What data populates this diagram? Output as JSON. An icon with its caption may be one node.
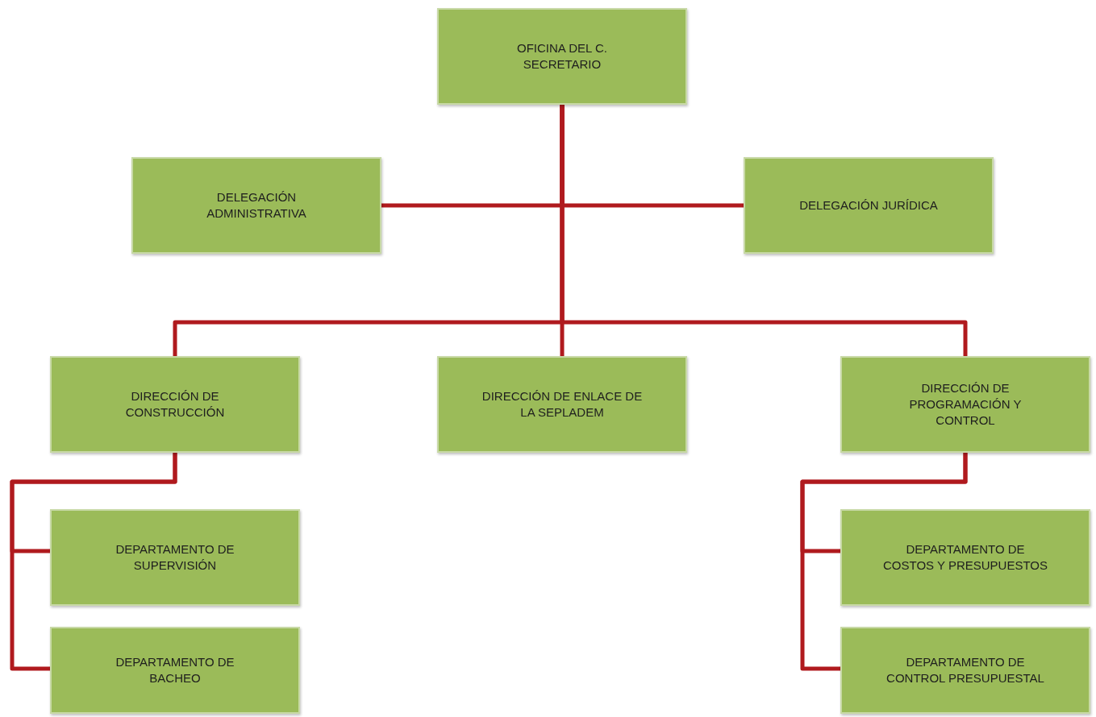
{
  "diagram": {
    "nodes": [
      {
        "text": [
          "OFICINA DEL C. SECRETARIO"
        ]
      },
      {
        "text": [
          "DELEGACIÓN ADMINISTRATIVA"
        ]
      },
      {
        "text": [
          "DELEGACIÓN JURÍDICA"
        ]
      },
      {
        "text": [
          "DIRECCIÓN DE CONSTRUCCIÓN"
        ]
      },
      {
        "text": [
          "DIRECCIÓN DE ENLACE DE LA SEPLADEM"
        ]
      },
      {
        "text": [
          "DIRECCIÓN DE PROGRAMACIÓN Y CONTROL"
        ]
      },
      {
        "text": [
          "DEPARTAMENTO DE SUPERVISIÓN"
        ]
      },
      {
        "text": [
          "DEPARTAMENTO DE BACHEO"
        ]
      },
      {
        "text": [
          "DEPARTAMENTO DE COSTOS Y PRESUPUESTOS"
        ]
      },
      {
        "text": [
          "DEPARTAMENTO DE CONTROL PRESUPUESTAL"
        ]
      }
    ],
    "edges": [
      {
        "from": 0,
        "to": 1,
        "arrow": "none"
      },
      {
        "from": 0,
        "to": 2,
        "arrow": "none"
      },
      {
        "from": 0,
        "to": 3,
        "arrow": "none"
      },
      {
        "from": 0,
        "to": 4,
        "arrow": "none"
      },
      {
        "from": 0,
        "to": 5,
        "arrow": "none"
      },
      {
        "from": 3,
        "to": 6,
        "arrow": "none"
      },
      {
        "from": 3,
        "to": 7,
        "arrow": "none"
      },
      {
        "from": 5,
        "to": 8,
        "arrow": "none"
      },
      {
        "from": 5,
        "to": 9,
        "arrow": "none"
      }
    ]
  }
}
